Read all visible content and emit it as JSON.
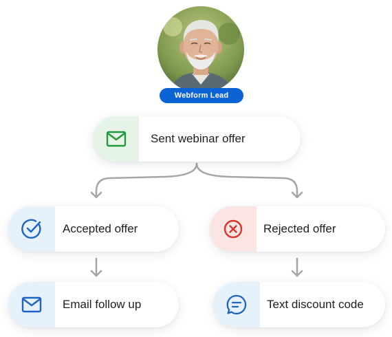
{
  "lead": {
    "badge_label": "Webform Lead"
  },
  "nodes": {
    "sent_webinar": {
      "label": "Sent webinar offer",
      "icon": "envelope-icon"
    },
    "accepted": {
      "label": "Accepted offer",
      "icon": "check-circle-icon"
    },
    "rejected": {
      "label": "Rejected offer",
      "icon": "x-circle-icon"
    },
    "email_follow_up": {
      "label": "Email follow up",
      "icon": "envelope-icon"
    },
    "text_discount": {
      "label": "Text discount code",
      "icon": "chat-bubble-icon"
    }
  },
  "colors": {
    "badge": "#0b63d6",
    "green_tint": "#e6f4e8",
    "green_icon": "#1e9a3a",
    "blue_tint": "#e6f2fb",
    "blue_icon": "#1b63c6",
    "red_tint": "#fbe5e3",
    "red_icon": "#d8342a",
    "connector": "#a2a6aa"
  }
}
